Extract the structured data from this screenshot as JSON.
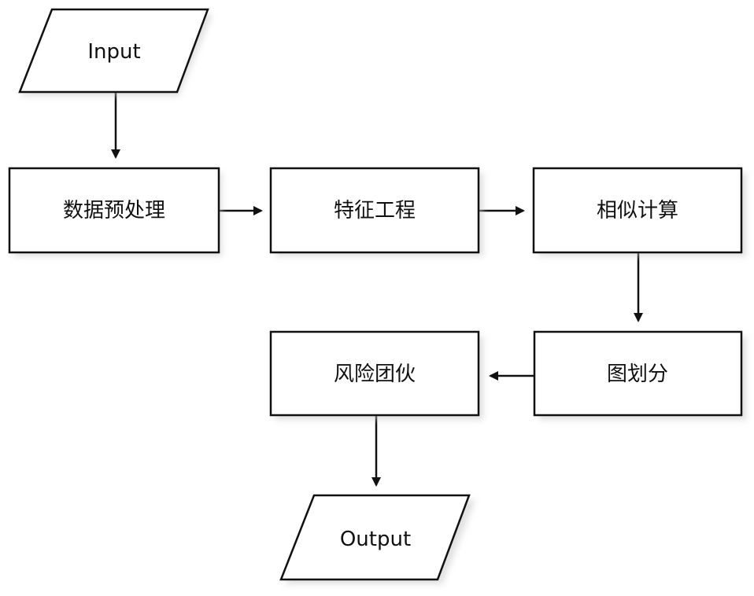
{
  "diagram": {
    "nodes": {
      "input": {
        "label": "Input",
        "shape": "parallelogram"
      },
      "preprocess": {
        "label": "数据预处理",
        "shape": "rectangle"
      },
      "feature": {
        "label": "特征工程",
        "shape": "rectangle"
      },
      "similarity": {
        "label": "相似计算",
        "shape": "rectangle"
      },
      "partition": {
        "label": "图划分",
        "shape": "rectangle"
      },
      "risk": {
        "label": "风险团伙",
        "shape": "rectangle"
      },
      "output": {
        "label": "Output",
        "shape": "parallelogram"
      }
    },
    "edges": [
      {
        "from": "input",
        "to": "preprocess"
      },
      {
        "from": "preprocess",
        "to": "feature"
      },
      {
        "from": "feature",
        "to": "similarity"
      },
      {
        "from": "similarity",
        "to": "partition"
      },
      {
        "from": "partition",
        "to": "risk"
      },
      {
        "from": "risk",
        "to": "output"
      }
    ],
    "colors": {
      "stroke": "#111111",
      "fill": "#ffffff",
      "shadow": "#c8c8c8",
      "text": "#111111"
    }
  }
}
